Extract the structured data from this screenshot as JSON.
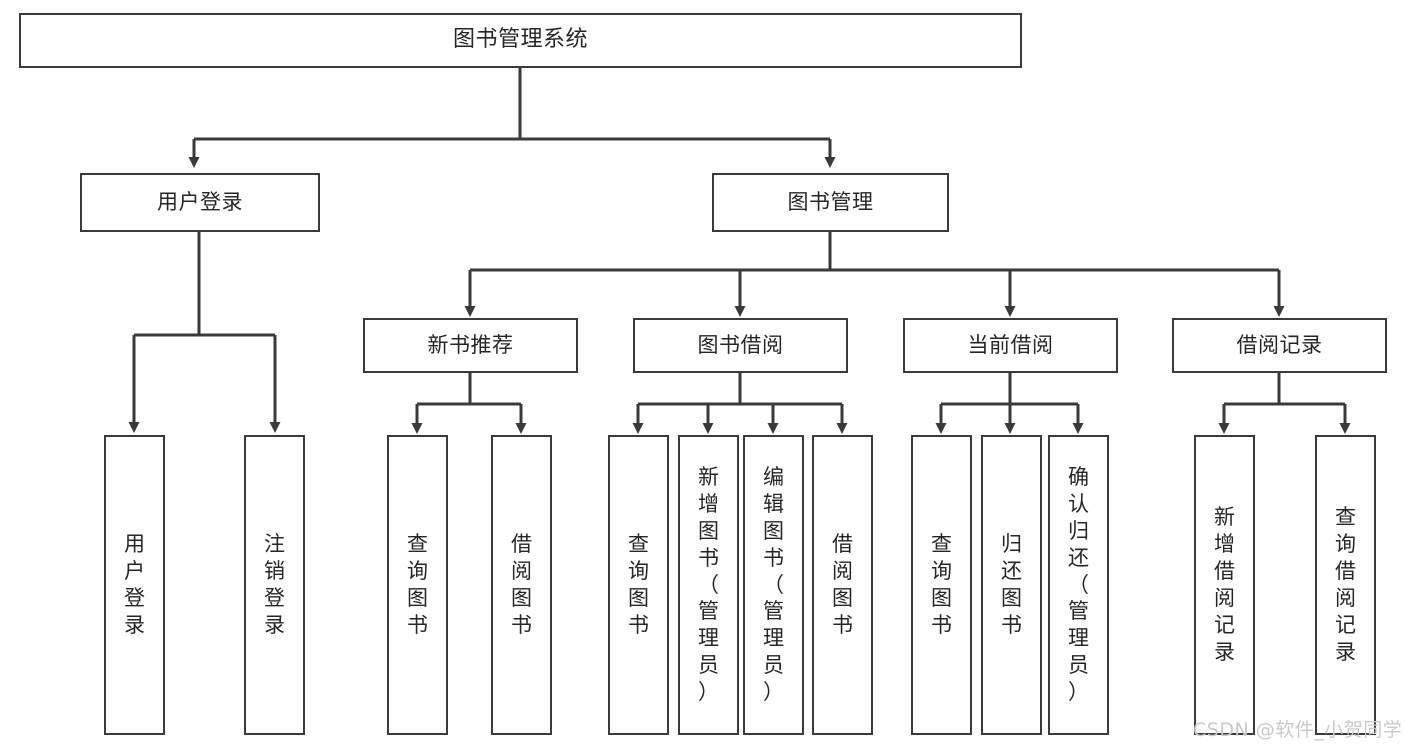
{
  "diagram": {
    "title": "图书管理系统",
    "type": "tree-hierarchy-chart",
    "watermark": "CSDN @软件_小贺同学",
    "colors": {
      "box_border": "#3a3a3a",
      "box_fill": "#ffffff",
      "edge": "#3a3a3a",
      "text": "#262626",
      "watermark": "#c9c9c9",
      "background": "#ffffff"
    },
    "root": {
      "label": "图书管理系统"
    },
    "level1": [
      {
        "id": "user-login",
        "label": "用户登录"
      },
      {
        "id": "book-manage",
        "label": "图书管理"
      }
    ],
    "level2": [
      {
        "id": "new-book-recommend",
        "label": "新书推荐",
        "parent": "book-manage"
      },
      {
        "id": "book-borrow",
        "label": "图书借阅",
        "parent": "book-manage"
      },
      {
        "id": "current-borrow",
        "label": "当前借阅",
        "parent": "book-manage"
      },
      {
        "id": "borrow-record",
        "label": "借阅记录",
        "parent": "book-manage"
      }
    ],
    "leaves": {
      "user-login": [
        {
          "id": "leaf-user-login",
          "label": "用户登录"
        },
        {
          "id": "leaf-logout",
          "label": "注销登录"
        }
      ],
      "new-book-recommend": [
        {
          "id": "leaf-query-book-1",
          "label": "查询图书"
        },
        {
          "id": "leaf-borrow-book-1",
          "label": "借阅图书"
        }
      ],
      "book-borrow": [
        {
          "id": "leaf-query-book-2",
          "label": "查询图书"
        },
        {
          "id": "leaf-add-book",
          "label": "新增图书（管理员）"
        },
        {
          "id": "leaf-edit-book",
          "label": "编辑图书（管理员）"
        },
        {
          "id": "leaf-borrow-book-2",
          "label": "借阅图书"
        }
      ],
      "current-borrow": [
        {
          "id": "leaf-query-book-3",
          "label": "查询图书"
        },
        {
          "id": "leaf-return-book",
          "label": "归还图书"
        },
        {
          "id": "leaf-confirm-return",
          "label": "确认归还（管理员）"
        }
      ],
      "borrow-record": [
        {
          "id": "leaf-add-record",
          "label": "新增借阅记录"
        },
        {
          "id": "leaf-query-record",
          "label": "查询借阅记录"
        }
      ]
    }
  }
}
